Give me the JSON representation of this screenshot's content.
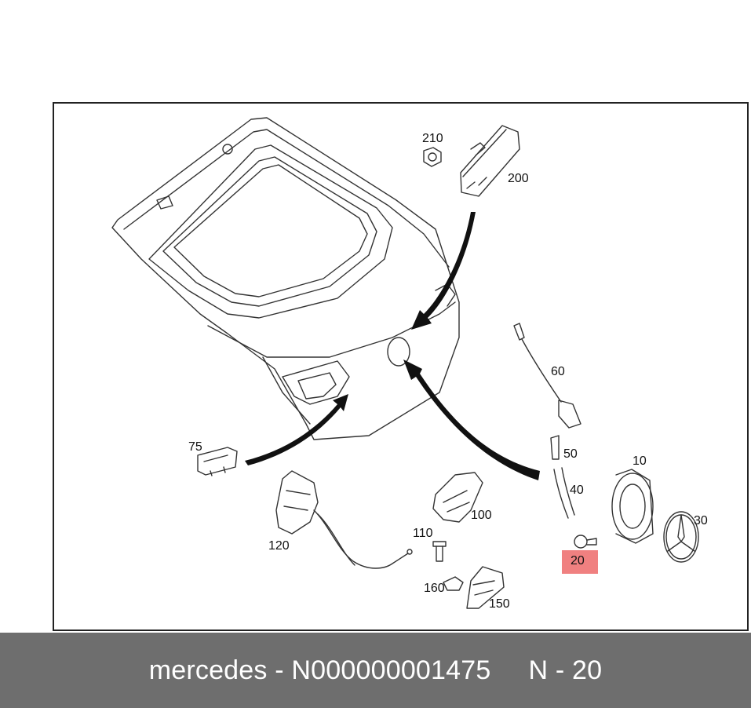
{
  "diagram": {
    "callouts": {
      "p10": "10",
      "p20": "20",
      "p30": "30",
      "p40": "40",
      "p50": "50",
      "p60": "60",
      "p75": "75",
      "p100": "100",
      "p110": "110",
      "p120": "120",
      "p150": "150",
      "p160": "160",
      "p200": "200",
      "p210": "210"
    },
    "highlight_color": "#f08080"
  },
  "footer": {
    "brand_part": "mercedes - N000000001475",
    "ref": "N - 20"
  }
}
